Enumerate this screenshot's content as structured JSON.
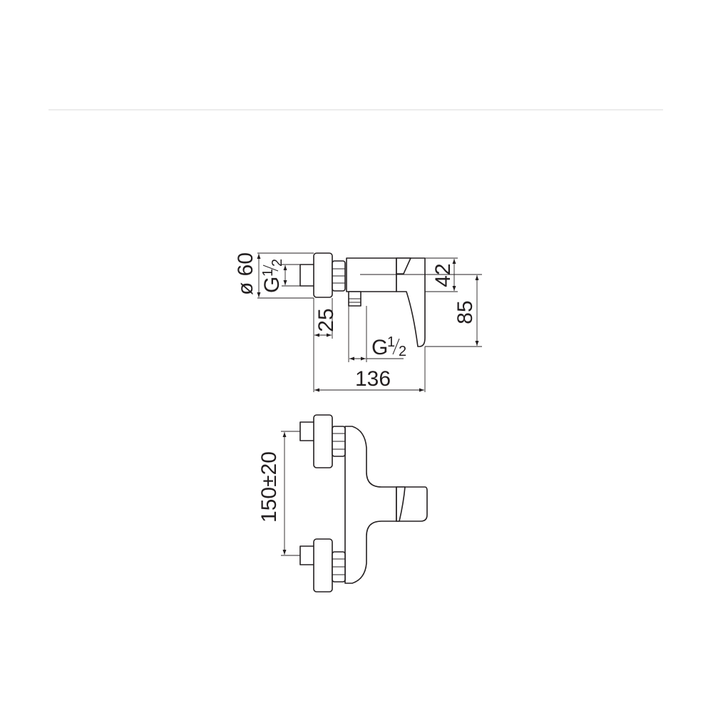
{
  "dimensions": {
    "diameter": "ø 60",
    "thread_g": "G",
    "thread_fraction": "½",
    "thread_fraction_num": "1",
    "thread_fraction_den": "2",
    "depth_25": "25",
    "width_136": "136",
    "height_42": "42",
    "height_85": "85",
    "spacing": "150±20"
  }
}
